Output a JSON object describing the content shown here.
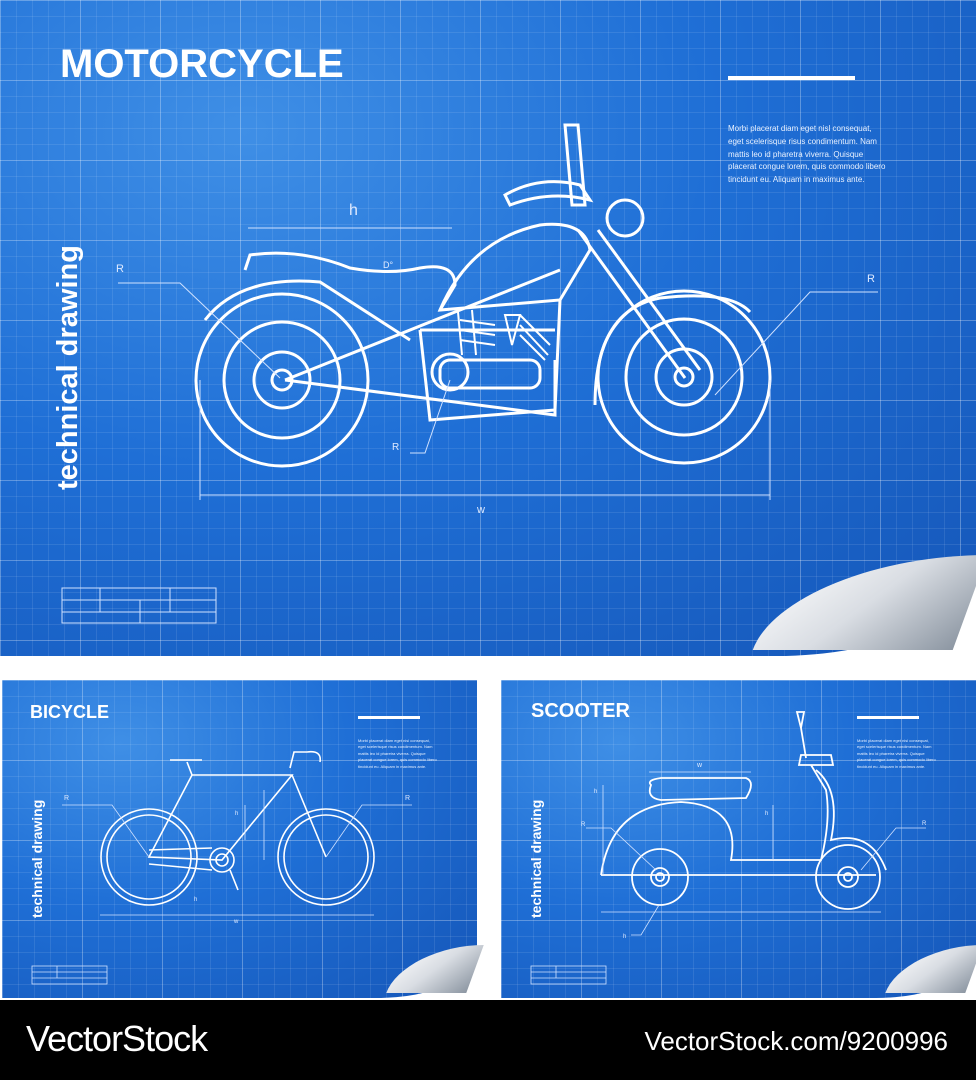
{
  "panels": {
    "motorcycle": {
      "title": "MOTORCYCLE",
      "subtitle": "technical drawing",
      "labels": {
        "h": "h",
        "d": "D°",
        "r1": "R",
        "r2": "R",
        "r3": "R",
        "w": "w"
      }
    },
    "bicycle": {
      "title": "BICYCLE",
      "subtitle": "technical drawing",
      "labels": {
        "r1": "R",
        "r2": "R",
        "h1": "h",
        "h2": "h",
        "w": "w"
      }
    },
    "scooter": {
      "title": "SCOOTER",
      "subtitle": "technical drawing",
      "labels": {
        "w": "w",
        "h1": "h",
        "h2": "h",
        "r1": "R",
        "r2": "R",
        "h3": "h"
      }
    }
  },
  "paragraph": [
    "Morbi placerat diam eget nisl consequat,",
    "eget scelerisque risus condimentum. Nam",
    "mattis leo id pharetra viverra. Quisque",
    "placerat congue lorem, quis commodo libero",
    "tincidunt eu. Aliquam in maximus ante."
  ],
  "footer": {
    "brand": "VectorStock",
    "url": "VectorStock.com/9200996"
  },
  "colors": {
    "blueprint": "#1f6fd6",
    "line": "#ffffff",
    "footer": "#000000"
  }
}
